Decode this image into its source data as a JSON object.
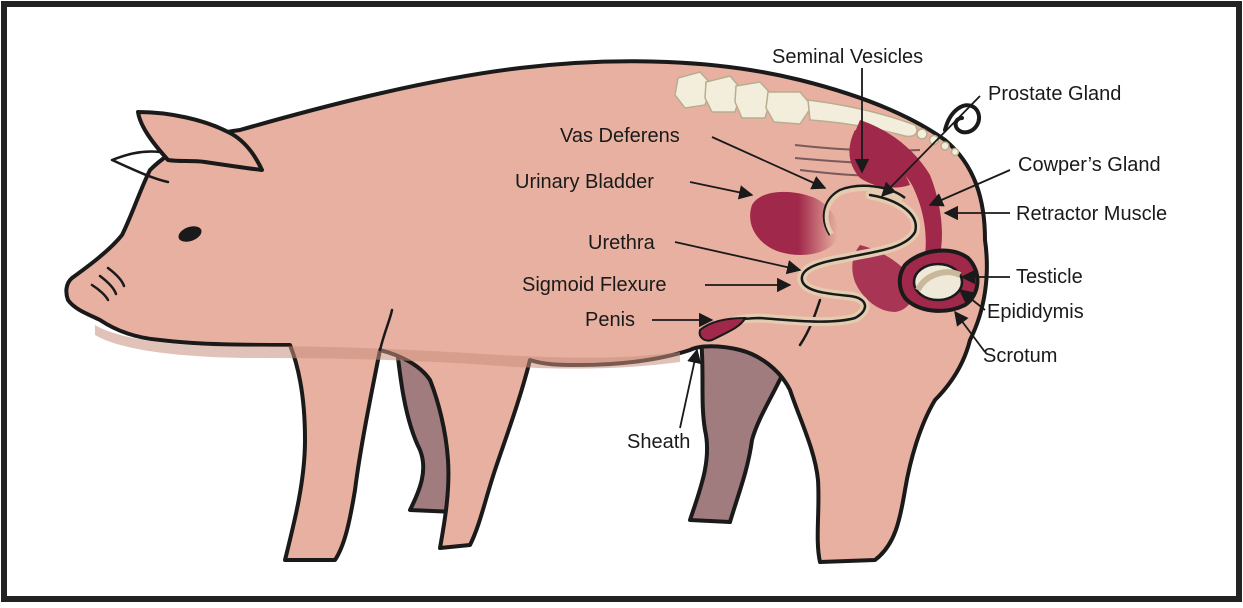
{
  "colors": {
    "skin": "#e8b0a0",
    "skin_shadow": "#c99080",
    "far_legs": "#a07c7e",
    "organ": "#a0284a",
    "duct_light": "#e3ccb0",
    "bone": "#f3eedb",
    "outline": "#1a1a1a",
    "frame": "#222222"
  },
  "labels": {
    "seminal_vesicles": "Seminal Vesicles",
    "prostate_gland": "Prostate Gland",
    "vas_deferens": "Vas Deferens",
    "cowpers_gland": "Cowper’s Gland",
    "urinary_bladder": "Urinary Bladder",
    "retractor_muscle": "Retractor Muscle",
    "urethra": "Urethra",
    "testicle": "Testicle",
    "sigmoid_flexure": "Sigmoid Flexure",
    "epididymis": "Epididymis",
    "penis": "Penis",
    "scrotum": "Scrotum",
    "sheath": "Sheath"
  }
}
